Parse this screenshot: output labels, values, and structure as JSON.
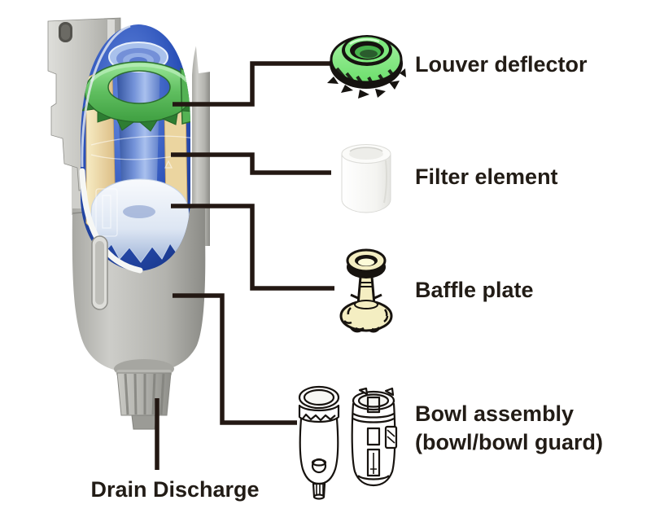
{
  "diagram": {
    "type": "labeled-parts-cutaway-diagram",
    "subject": "air filter unit cutaway",
    "parts": [
      {
        "id": "louver-deflector",
        "name": "Louver deflector",
        "icon": "louver-deflector-icon",
        "accent_color": "#7de87d"
      },
      {
        "id": "filter-element",
        "name": "Filter element",
        "icon": "filter-element-icon",
        "accent_color": "#ffffff"
      },
      {
        "id": "baffle-plate",
        "name": "Baffle plate",
        "icon": "baffle-plate-icon",
        "accent_color": "#f4eec2"
      },
      {
        "id": "bowl-assembly",
        "name": "Bowl assembly",
        "name_line2": "(bowl/bowl guard)",
        "icon": "bowl-assembly-icon",
        "accent_color": "#ffffff"
      },
      {
        "id": "drain-discharge",
        "name": "Drain Discharge",
        "icon": "drain-knob",
        "accent_color": "#a6a6a1"
      }
    ],
    "colors": {
      "background": "#ffffff",
      "callout_line": "#231813",
      "label_text": "#221c16",
      "body_gray": "#b9b9b4",
      "cutaway_blue": "#2a50b8",
      "deflector_green": "#5fbe5f",
      "element_cream": "#eed9a6",
      "baffle_white": "#e9eef8"
    }
  }
}
